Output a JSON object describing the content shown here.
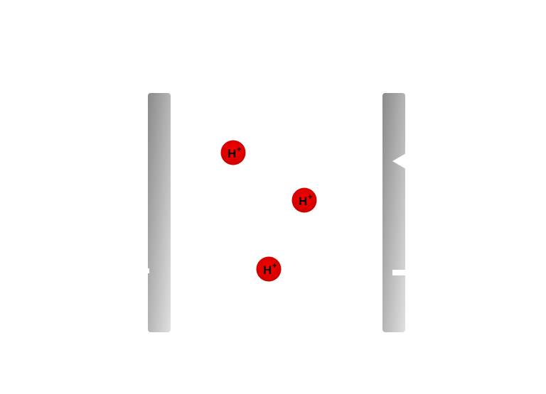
{
  "diagram": {
    "electrodes": [
      {
        "id": "left",
        "notch": "small-step"
      },
      {
        "id": "right",
        "notch": "v-and-slot"
      }
    ],
    "ions": [
      {
        "label": "H",
        "charge": "+"
      },
      {
        "label": "H",
        "charge": "+"
      },
      {
        "label": "H",
        "charge": "+"
      }
    ],
    "colors": {
      "background": "#ffffff",
      "electrode_dark": "#8a8a8a",
      "electrode_light": "#e0e0e0",
      "ion_fill": "#ff0000",
      "ion_fill_dark": "#c80000",
      "ion_text": "#000000"
    }
  }
}
